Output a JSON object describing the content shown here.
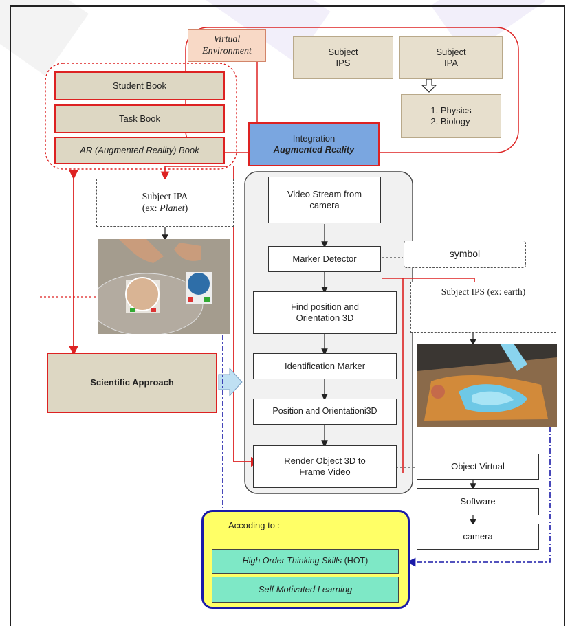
{
  "virtual_environment": "Virtual\nEnvironment",
  "subject_ips": "Subject\nIPS",
  "subject_ipa": "Subject\nIPA",
  "physics_biology": "1.  Physics\n2.  Biology",
  "integration_line1": "Integration",
  "integration_line2": "Augmented Reality",
  "student_book": "Student Book",
  "task_book": "Task Book",
  "ar_book": "AR (Augmented Reality) Book",
  "subject_ipa_planet_line1": "Subject IPA",
  "subject_ipa_planet_line2_prefix": "(ex: ",
  "subject_ipa_planet_line2_italic": "Planet",
  "subject_ipa_planet_line2_suffix": ")",
  "pipeline": {
    "video_stream": "Video Stream from\ncamera",
    "marker_detector": "Marker Detector",
    "find_position": "Find position and\nOrientation 3D",
    "identification": "Identification Marker",
    "position_orientation": "Position and Orientationi3D",
    "render_object": "Render Object 3D to\nFrame Video"
  },
  "symbol": "symbol",
  "subject_ips_earth": "Subject IPS (ex: earth)",
  "scientific_approach": "Scientific Approach",
  "object_virtual": "Object Virtual",
  "software": "Software",
  "camera": "camera",
  "according_to": "Accoding to :",
  "hot_italic": "High Order Thinking Skills",
  "hot_suffix": " (HOT)",
  "self_motivated": "Self Motivated Learning",
  "colors": {
    "red": "#dd2222",
    "tan": "#ddd7c3",
    "blue_fill": "#7aa6e0",
    "blue_border": "#1a1aa8",
    "yellow": "#ffff66",
    "teal": "#7ee8c6",
    "salmon": "#f8d9c6"
  }
}
